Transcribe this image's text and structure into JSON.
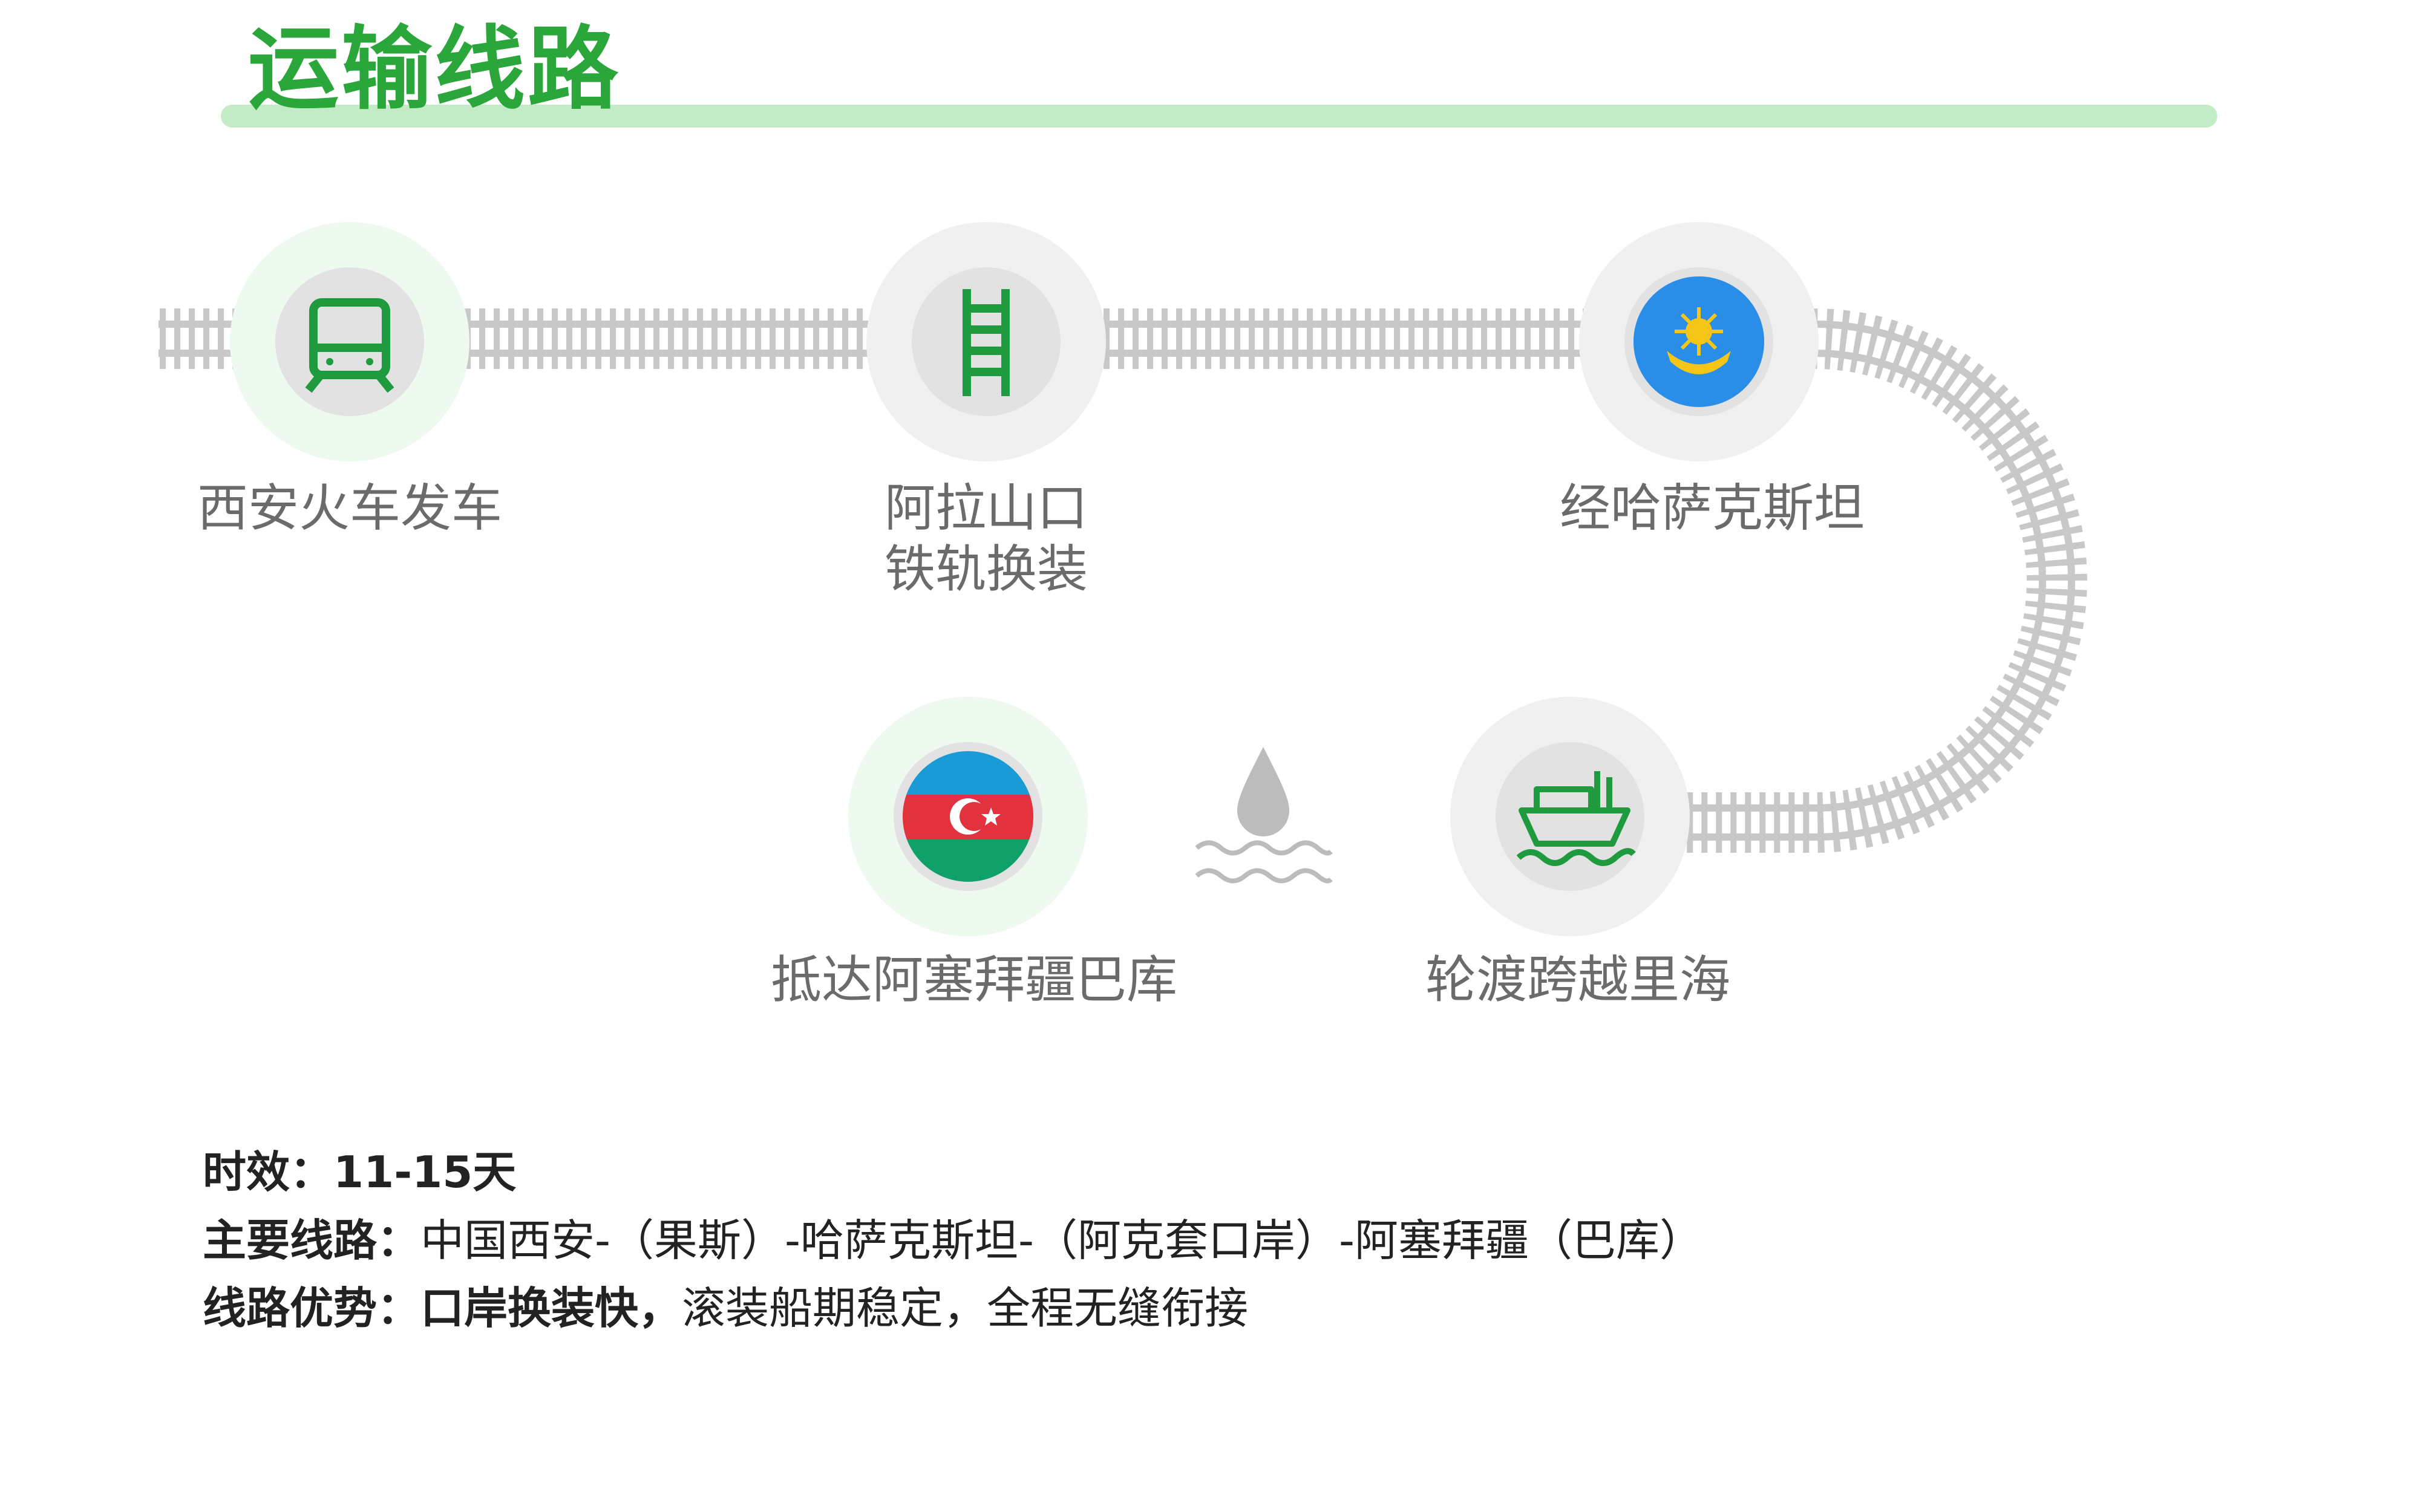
{
  "title": "运输线路",
  "colors": {
    "accent": "#2aa63a",
    "title_bar": "#c3ecc6",
    "track": "#c8c8c8",
    "node_outer_active": "#eefaef",
    "node_outer": "#f0f0f0",
    "node_inner": "#e2e2e2",
    "icon": "#1f9a3e",
    "flag_kz": "#2a8ee8",
    "flag_kz_emblem": "#f5c518",
    "flag_az_blue": "#1a9bd6",
    "flag_az_red": "#e2323e",
    "flag_az_green": "#10a06a"
  },
  "nodes": [
    {
      "icon": "train-icon",
      "label_line1": "西安火车发车",
      "label_line2": ""
    },
    {
      "icon": "rail-track-icon",
      "label_line1": "阿拉山口",
      "label_line2": "铁轨换装"
    },
    {
      "icon": "kazakhstan-flag-icon",
      "label_line1": "经哈萨克斯坦",
      "label_line2": ""
    },
    {
      "icon": "ship-icon",
      "label_line1": "轮渡跨越里海",
      "label_line2": ""
    },
    {
      "icon": "azerbaijan-flag-icon",
      "label_line1": "抵达阿塞拜疆巴库",
      "label_line2": ""
    }
  ],
  "water_icon": "water-drop-icon",
  "info": {
    "time_label": "时效：",
    "time_value": "11-15天",
    "route_label": "主要线路：",
    "route_value": "中国西安-（果斯）-哈萨克斯坦-（阿克套口岸）-阿塞拜疆（巴库）",
    "adv_label": "线路优势：",
    "adv_bold": "口岸换装快，",
    "adv_value": "滚装船期稳定，全程无缝衔接"
  }
}
